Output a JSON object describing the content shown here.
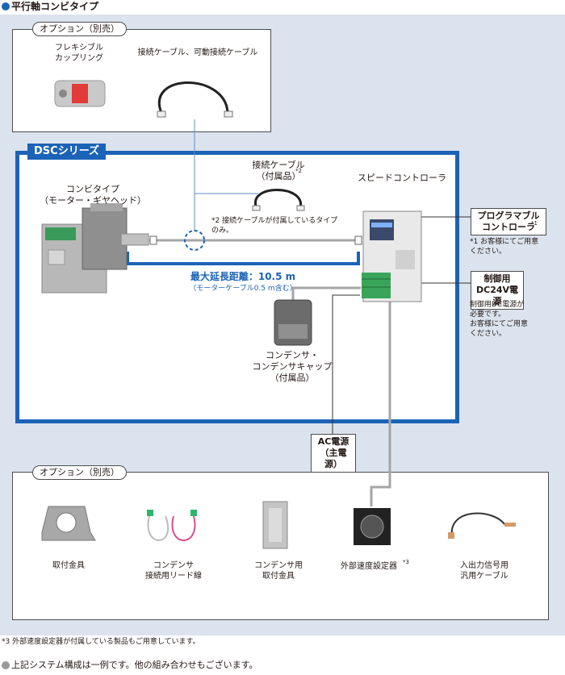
{
  "header": {
    "bullet_title": "平行軸コンビタイプ"
  },
  "top_options": {
    "label": "オプション（別売）",
    "items": [
      "フレキシブル\nカップリング",
      "接続ケーブル、可動接続ケーブル"
    ]
  },
  "dsc": {
    "series_label": "DSCシリーズ",
    "motor_label": "コンビタイプ\n（モーター・ギヤヘッド）",
    "cable_label": "接続ケーブル\n（付属品）",
    "cable_footnote_mark": "*2",
    "cable_note": "*2 接続ケーブルが付属しているタイプ\nのみ。",
    "controller_label": "スピードコントローラ",
    "max_distance": "最大延長距離：10.5 m",
    "max_distance_note": "（モーターケーブル0.5 m含む）",
    "capacitor_label": "コンデンサ・\nコンデンサキャップ\n（付属品）"
  },
  "callouts": {
    "programmable": "プログラマブル\nコントローラ",
    "programmable_mark": "*1",
    "programmable_note": "*1 お客様にてご用意\nください。",
    "dc24v": "制御用\nDC24V電源",
    "dc24v_note": "制御用DC電源が\n必要です。\nお客様にてご用意\nください。",
    "ac_power": "AC電源\n（主電源）"
  },
  "bottom_options": {
    "label": "オプション（別売）",
    "items": [
      {
        "name": "取付金具",
        "mark": ""
      },
      {
        "name": "コンデンサ\n接続用リード線",
        "mark": ""
      },
      {
        "name": "コンデンサ用\n取付金具",
        "mark": ""
      },
      {
        "name": "外部速度設定器",
        "mark": "*3"
      },
      {
        "name": "入出力信号用\n汎用ケーブル",
        "mark": ""
      }
    ]
  },
  "footnotes": {
    "note3": "*3 外部速度設定器が付属している製品もご用意しています。",
    "system_note": "上記システム構成は一例です。他の組み合わせもございます。"
  },
  "colors": {
    "accent_blue": "#1b63b6",
    "panel_bg": "#dbe3ef",
    "cable_gray": "#a5a5a5"
  }
}
